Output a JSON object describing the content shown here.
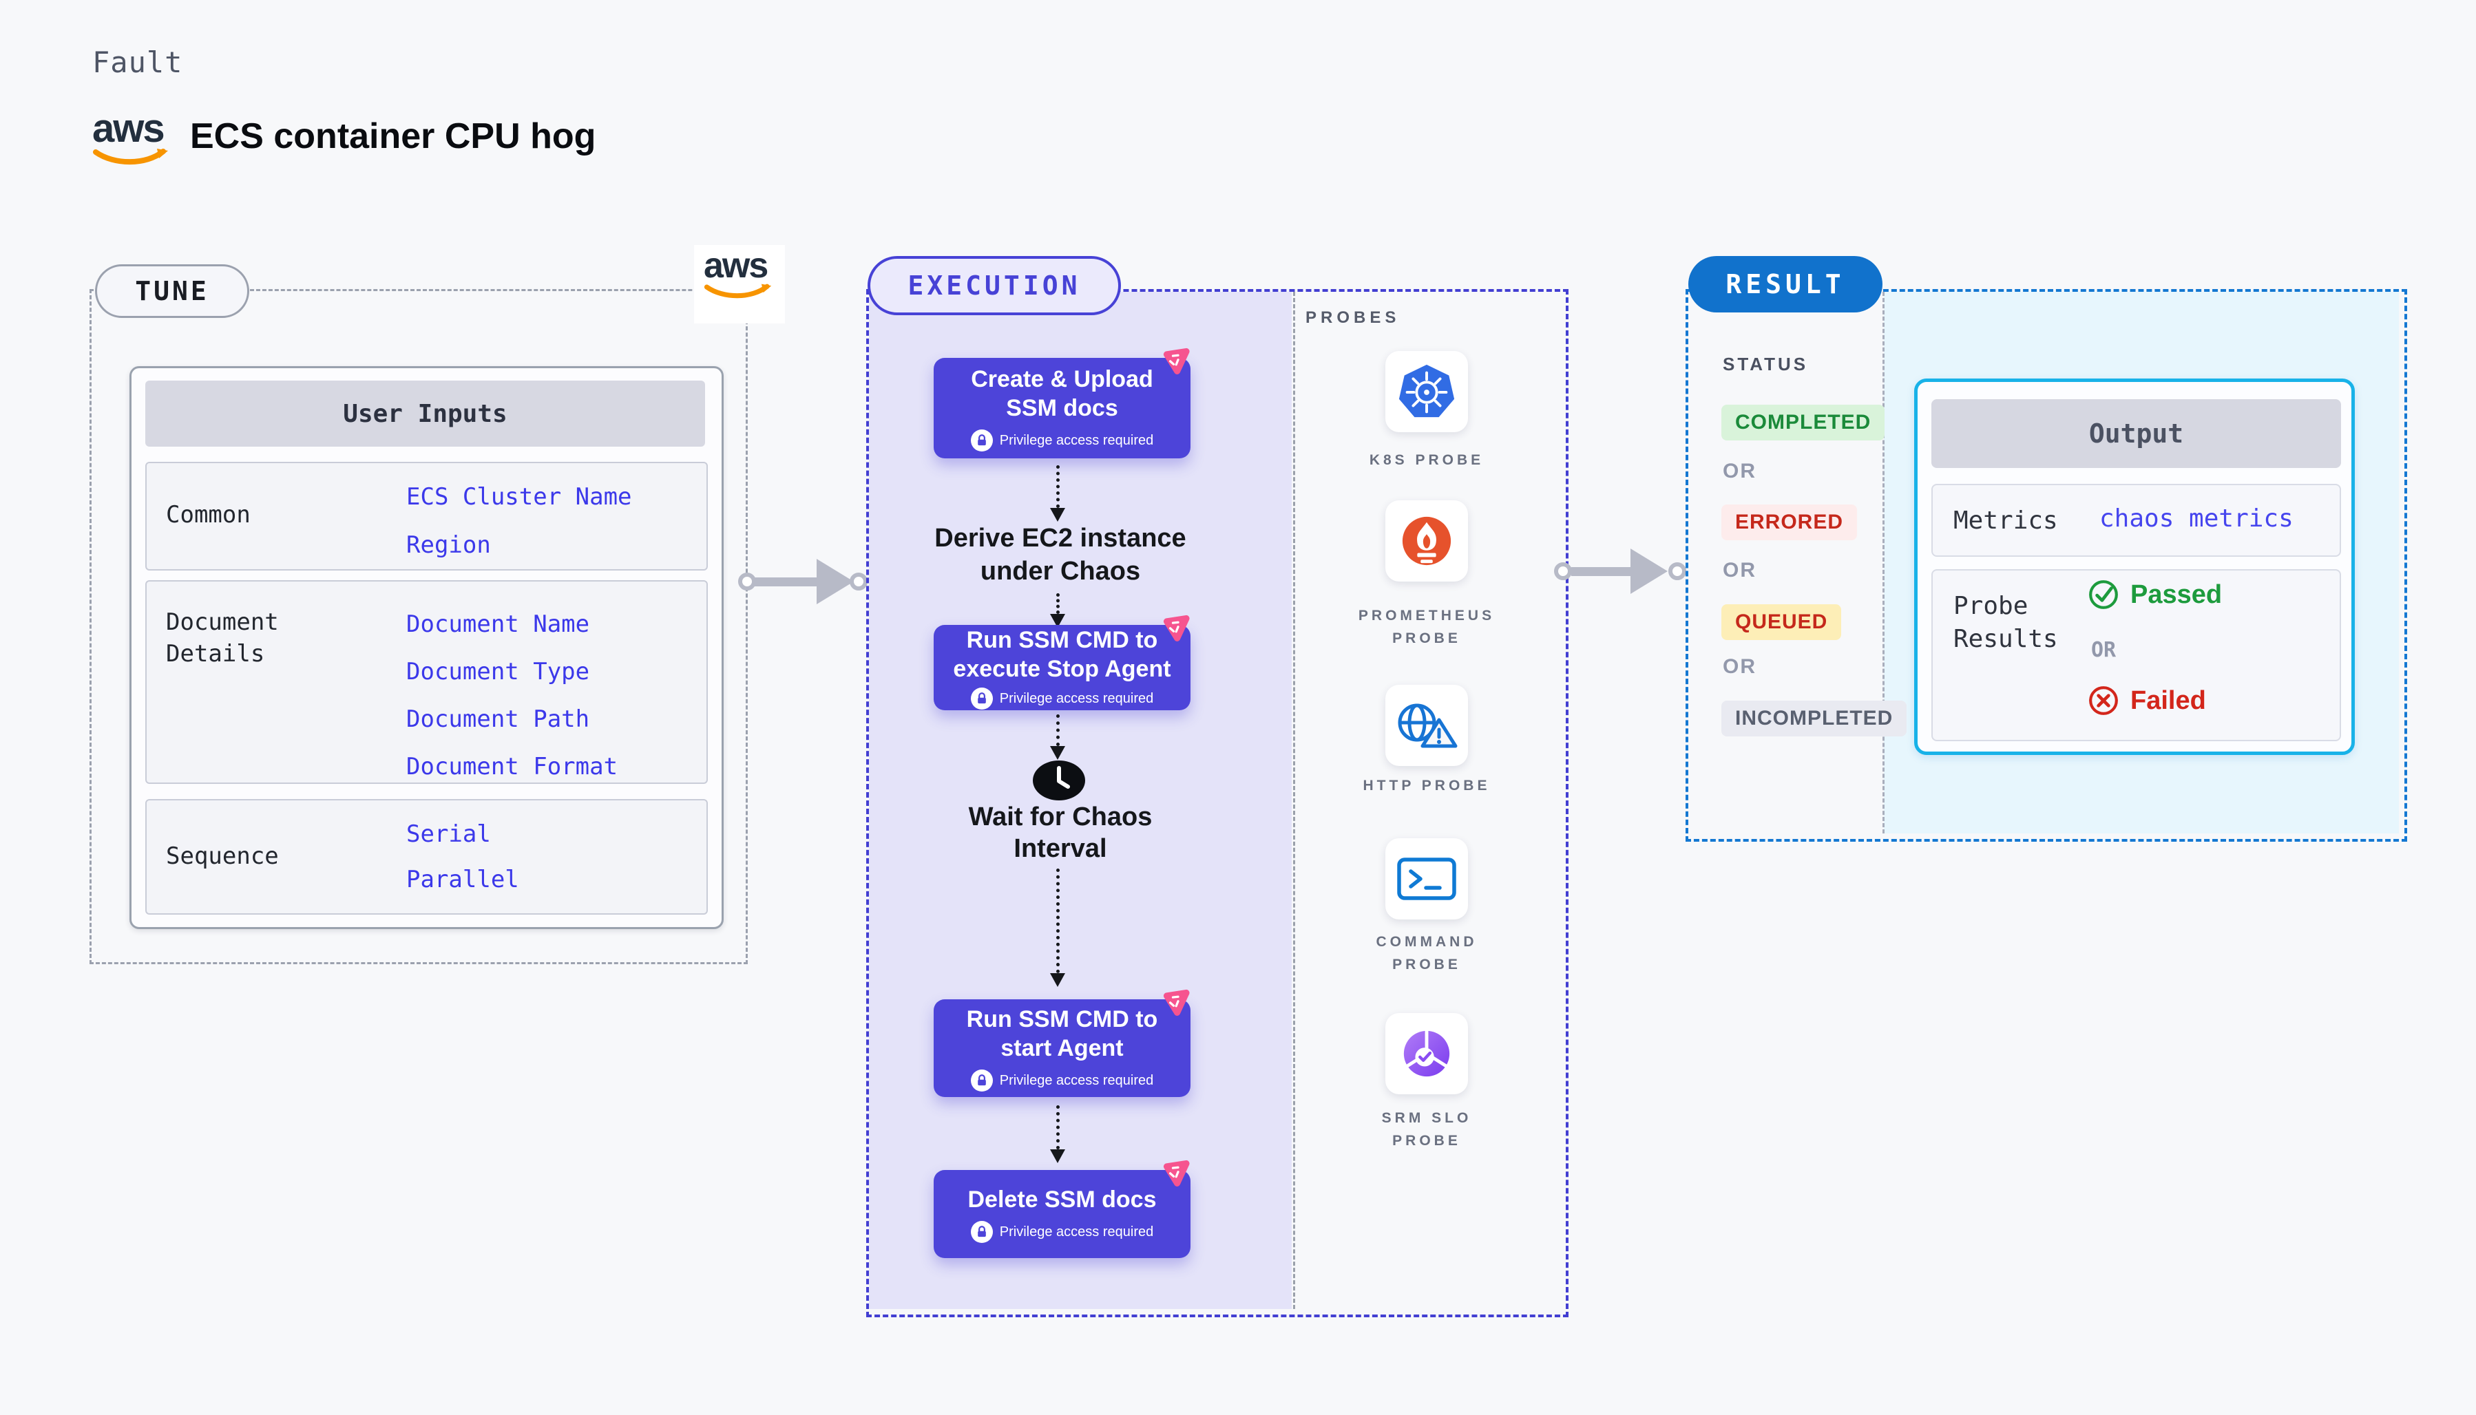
{
  "header": {
    "eyebrow": "Fault",
    "title": "ECS container CPU hog",
    "aws_wordmark": "aws"
  },
  "tune": {
    "badge": "TUNE",
    "user_inputs": {
      "header": "User Inputs",
      "rows": [
        {
          "label": "Common",
          "values": [
            "ECS Cluster Name",
            "Region"
          ]
        },
        {
          "label": "Document Details",
          "values": [
            "Document Name",
            "Document Type",
            "Document Path",
            "Document Format"
          ]
        },
        {
          "label": "Sequence",
          "values": [
            "Serial",
            "Parallel"
          ]
        }
      ]
    }
  },
  "execution": {
    "badge": "EXECUTION",
    "privilege_label": "Privilege access required",
    "steps": [
      {
        "title": "Create & Upload SSM docs"
      },
      {
        "title": "Run SSM CMD to execute Stop Agent"
      },
      {
        "title": "Run SSM CMD to start Agent"
      },
      {
        "title": "Delete SSM docs"
      }
    ],
    "derive_label": "Derive EC2 instance under Chaos",
    "wait_label": "Wait for Chaos Interval"
  },
  "probes": {
    "header": "PROBES",
    "items": [
      {
        "label": "K8S PROBE",
        "icon": "kubernetes-icon"
      },
      {
        "label": "PROMETHEUS PROBE",
        "icon": "prometheus-icon"
      },
      {
        "label": "HTTP PROBE",
        "icon": "http-globe-warning-icon"
      },
      {
        "label": "COMMAND PROBE",
        "icon": "terminal-icon"
      },
      {
        "label": "SRM SLO PROBE",
        "icon": "srm-slo-icon"
      }
    ]
  },
  "result": {
    "badge": "RESULT",
    "status_header": "STATUS",
    "or_label": "OR",
    "statuses": [
      {
        "label": "COMPLETED",
        "text_color": "#1b8a3a",
        "bg_color": "#d9f3da"
      },
      {
        "label": "ERRORED",
        "text_color": "#c5281b",
        "bg_color": "#fdecec"
      },
      {
        "label": "QUEUED",
        "text_color": "#c5281b",
        "bg_color": "#fdeeb7"
      },
      {
        "label": "INCOMPLETED",
        "text_color": "#596070",
        "bg_color": "#e9eaf1"
      }
    ],
    "output": {
      "header": "Output",
      "metrics_label": "Metrics",
      "metrics_value": "chaos metrics",
      "probe_results_label": "Probe Results",
      "passed_label": "Passed",
      "failed_label": "Failed"
    }
  },
  "colors": {
    "page_bg": "#f7f8fa",
    "step_indigo": "#4d44d9",
    "execution_border": "#433fd2",
    "lavender_bg": "#e4e3f9",
    "result_blue": "#1172cc",
    "cyan_border": "#18b2e8",
    "cyan_bg": "#e7f6fd",
    "value_blue": "#3b38ea",
    "green": "#1d9b3d",
    "red": "#d3261b",
    "chaos_pink": "#f6548f",
    "aws_orange": "#f79400",
    "aws_navy": "#232f3e"
  }
}
